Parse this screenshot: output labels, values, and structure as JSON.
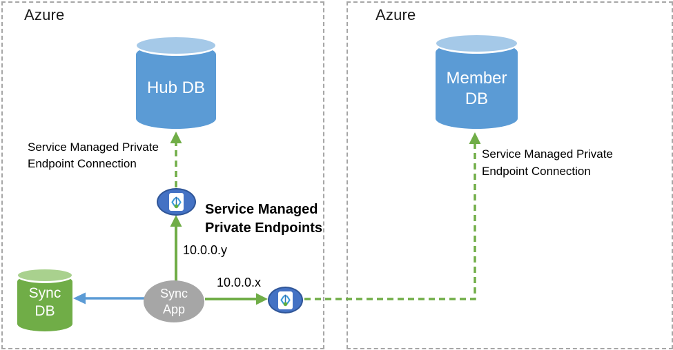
{
  "regions": {
    "left": {
      "title": "Azure"
    },
    "right": {
      "title": "Azure"
    }
  },
  "nodes": {
    "hub_db": {
      "label": "Hub DB",
      "type": "database",
      "color": "#5b9bd5",
      "top_color": "#a5c9e8"
    },
    "member_db": {
      "label": "Member DB",
      "type": "database",
      "color": "#5b9bd5",
      "top_color": "#a5c9e8"
    },
    "sync_db": {
      "label": "Sync DB",
      "type": "database",
      "color": "#70ad47",
      "top_color": "#a9d18e"
    },
    "sync_app": {
      "label": "Sync App",
      "type": "app",
      "color": "#a6a6a6"
    },
    "private_endpoint_1": {
      "icon": "private-endpoint-icon",
      "color": "#4472c4",
      "border_color": "#2f5597"
    },
    "private_endpoint_2": {
      "icon": "private-endpoint-icon",
      "color": "#4472c4",
      "border_color": "#2f5597"
    }
  },
  "labels": {
    "hub_connection": "Service Managed Private Endpoint Connection",
    "member_connection": "Service Managed Private Endpoint Connection",
    "endpoints_title": "Service Managed Private Endpoints",
    "ip_to_endpoint_1": "10.0.0.y",
    "ip_to_endpoint_2": "10.0.0.x"
  },
  "connections": [
    {
      "from": "private_endpoint_1",
      "to": "hub_db",
      "style": "dashed",
      "color": "#70ad47"
    },
    {
      "from": "sync_app",
      "to": "private_endpoint_1",
      "style": "solid",
      "color": "#70ad47",
      "label": "10.0.0.y"
    },
    {
      "from": "sync_app",
      "to": "private_endpoint_2",
      "style": "solid",
      "color": "#70ad47",
      "label": "10.0.0.x"
    },
    {
      "from": "sync_app",
      "to": "sync_db",
      "style": "solid",
      "color": "#5b9bd5"
    },
    {
      "from": "private_endpoint_2",
      "to": "member_db",
      "style": "dashed",
      "color": "#70ad47"
    }
  ],
  "colors": {
    "db_blue": "#5b9bd5",
    "db_blue_top": "#a5c9e8",
    "db_green": "#70ad47",
    "db_green_top": "#a9d18e",
    "app_gray": "#a6a6a6",
    "endpoint_blue": "#4472c4",
    "endpoint_border": "#2f5597",
    "arrow_green": "#70ad47",
    "arrow_blue": "#5b9bd5",
    "region_border": "#a6a6a6",
    "text": "#000000"
  }
}
